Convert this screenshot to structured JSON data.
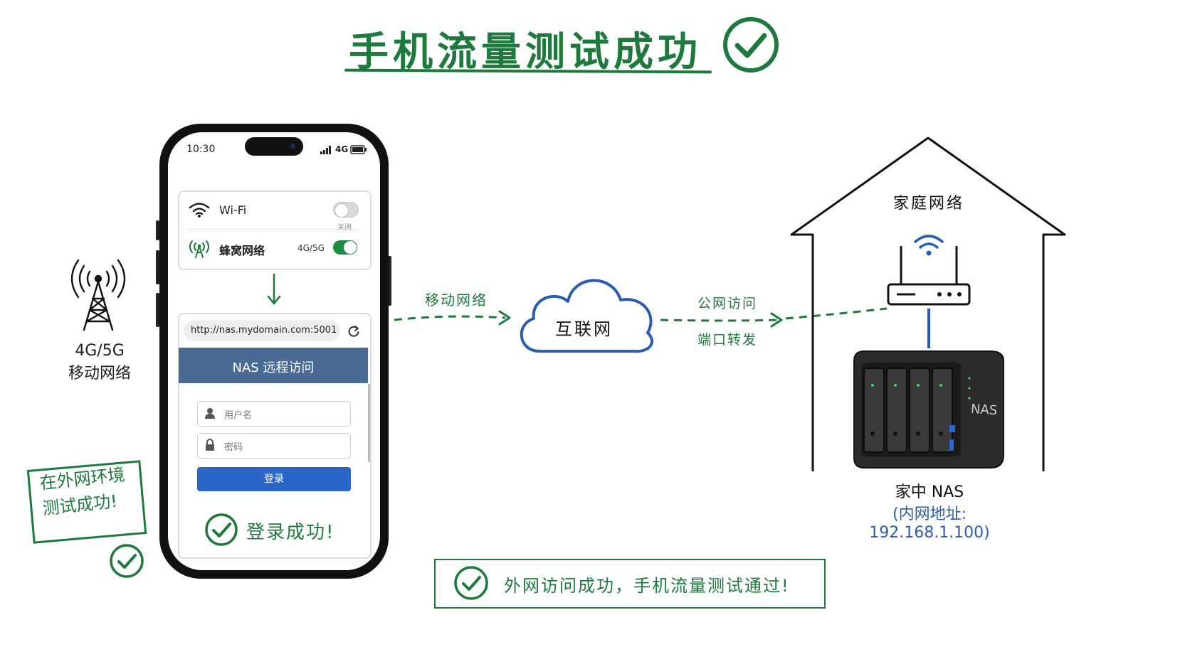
{
  "title": "手机流量测试成功",
  "colors": {
    "accent_green": "#1e7a3c",
    "cloud_blue": "#2a5db0",
    "nas_header": "#4a6a94",
    "login_blue": "#2a66c8"
  },
  "phone": {
    "status_time": "10:30",
    "status_network": "4G",
    "wifi_label": "Wi-Fi",
    "wifi_state": "关闭",
    "wifi_on": false,
    "cellular_label": "蜂窝网络",
    "cellular_type": "4G/5G",
    "cellular_on": true,
    "url": "http://nas.mydomain.com:5001",
    "nas_header": "NAS 远程访问",
    "username_placeholder": "用户名",
    "password_placeholder": "密码",
    "login_button": "登录",
    "login_success": "登录成功!"
  },
  "tower": {
    "label_line1": "4G/5G",
    "label_line2": "移动网络"
  },
  "stamp": {
    "line1": "在外网环境",
    "line2": "测试成功!"
  },
  "flow": {
    "mobile_network": "移动网络",
    "internet": "互联网",
    "public_access": "公网访问",
    "port_forward": "端口转发"
  },
  "home": {
    "label": "家庭网络",
    "nas_device_text": "NAS",
    "nas_caption": "家中 NAS",
    "nas_ip": "(内网地址: 192.168.1.100)"
  },
  "banner": "外网访问成功，手机流量测试通过!",
  "icons": [
    "check-circle-icon",
    "wifi-icon",
    "cellular-antenna-icon",
    "cell-tower-icon",
    "refresh-icon",
    "user-icon",
    "lock-icon",
    "signal-bars-icon",
    "battery-icon",
    "cloud-icon",
    "router-icon",
    "nas-icon",
    "house-icon",
    "arrow-down-icon"
  ]
}
